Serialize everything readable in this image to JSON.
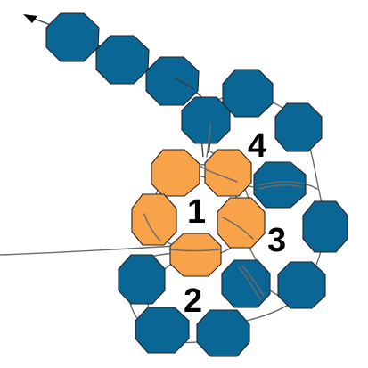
{
  "colors": {
    "blue_bead": "#0a6695",
    "orange_bead": "#f8a34a",
    "thread": "#6a6a6a",
    "label": "#000000",
    "background": "#ffffff"
  },
  "labels": {
    "one": "1",
    "two": "2",
    "three": "3",
    "four": "4"
  },
  "icons": {
    "arrowhead": "arrow-icon"
  }
}
